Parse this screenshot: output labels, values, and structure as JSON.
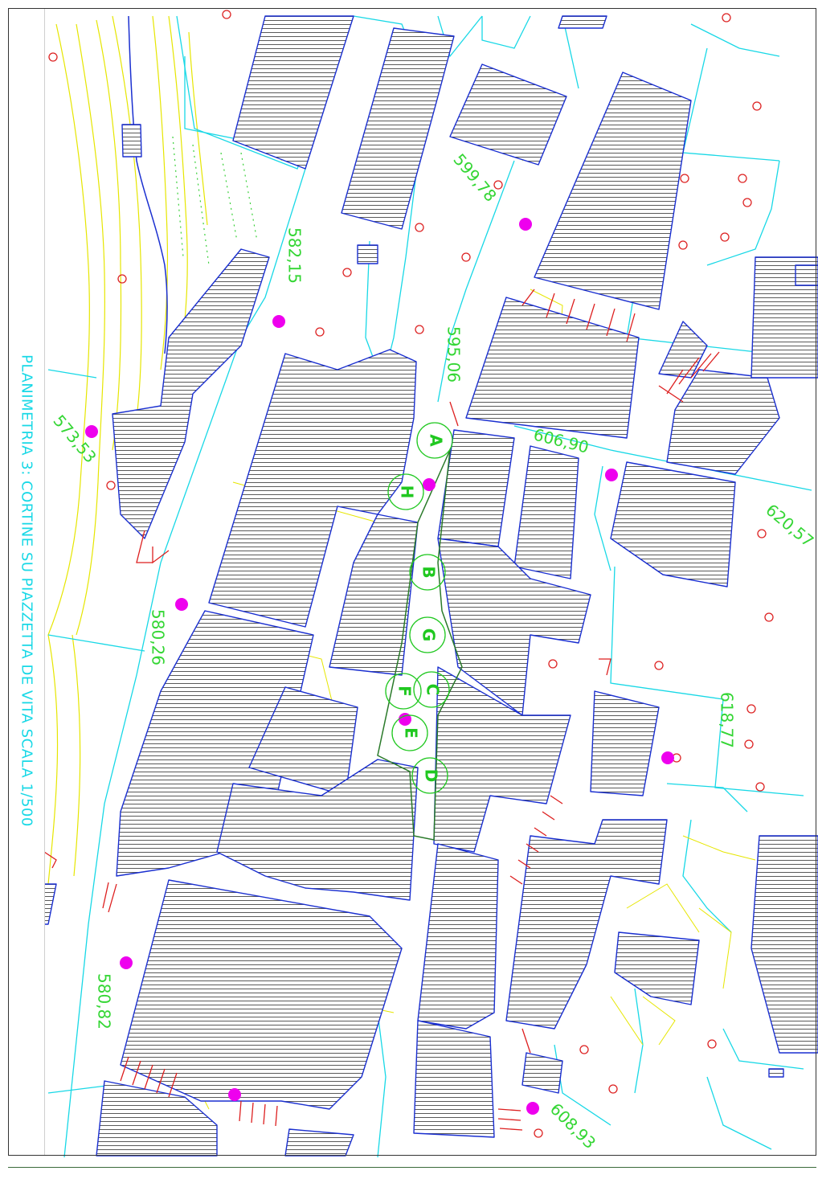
{
  "title": "PLANIMETRIA 3: CORTINE SU PIAZZETTA DE VITA SCALA 1/500",
  "elevations": [
    {
      "text": "599,78"
    },
    {
      "text": "582,15"
    },
    {
      "text": "595,06"
    },
    {
      "text": "573,53"
    },
    {
      "text": "606,90"
    },
    {
      "text": "620,57"
    },
    {
      "text": "580,26"
    },
    {
      "text": "618,77"
    },
    {
      "text": "580,82"
    },
    {
      "text": "608,93"
    }
  ],
  "facade_labels": [
    "A",
    "H",
    "B",
    "G",
    "C",
    "F",
    "E",
    "D"
  ],
  "colors": {
    "building_outline": "#1a2fd0",
    "hatch": "#555555",
    "street_line": "#18d8e6",
    "contour": "#e8e800",
    "point_marker": "#ee00ee",
    "tree_marker": "#dd2222",
    "label_green": "#20c820",
    "title_cyan": "#18d8e6"
  }
}
